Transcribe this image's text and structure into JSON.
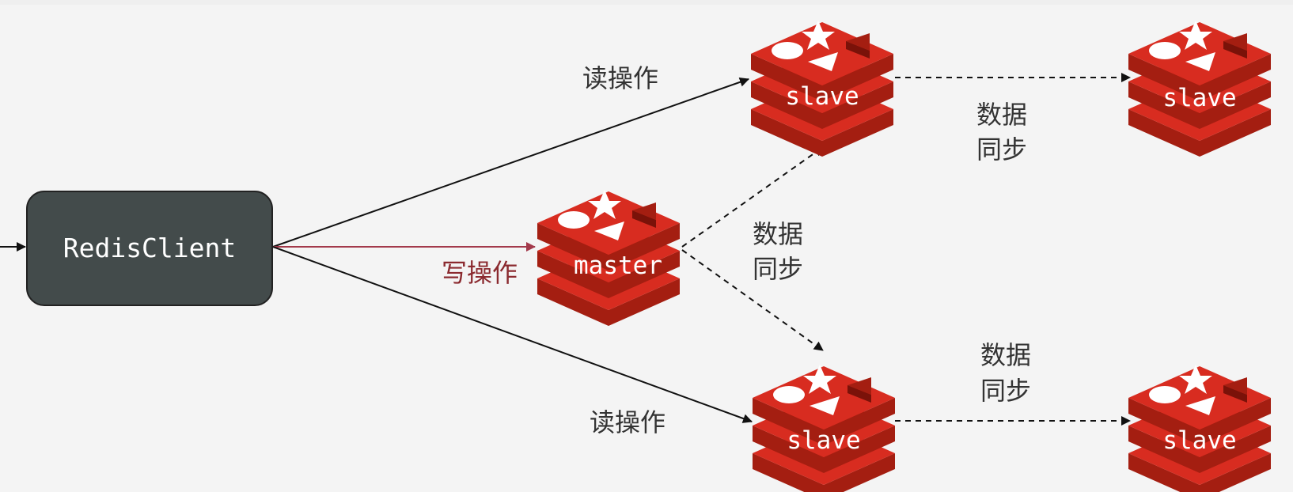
{
  "client": {
    "label": "RedisClient"
  },
  "nodes": {
    "master": "master",
    "slave_top": "slave",
    "slave_bottom": "slave",
    "slave_top_right": "slave",
    "slave_bottom_right": "slave"
  },
  "labels": {
    "read_top": "读操作",
    "read_bottom": "读操作",
    "write": "写操作",
    "sync_center_line1": "数据",
    "sync_center_line2": "同步",
    "sync_top_line1": "数据",
    "sync_top_line2": "同步",
    "sync_bottom_line1": "数据",
    "sync_bottom_line2": "同步"
  },
  "colors": {
    "client_fill": "#434b4b",
    "redis_red": "#d82c20",
    "redis_dark": "#a41e11",
    "write_arrow": "#a33a4b",
    "line": "#111111"
  },
  "icons": {
    "node_icon": "redis-logo-icon"
  }
}
